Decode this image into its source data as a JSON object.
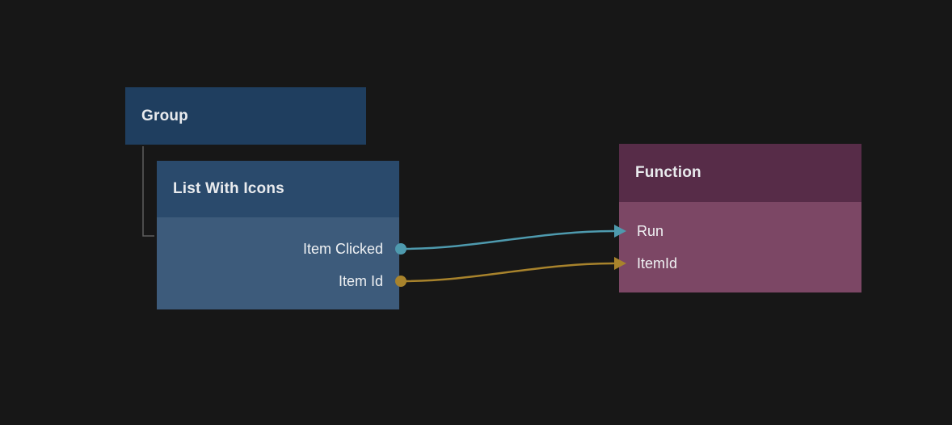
{
  "canvas": {
    "background": "#171717"
  },
  "hierarchy": {
    "line_color": "#5E5E5E"
  },
  "nodes": {
    "group": {
      "title": "Group",
      "color": "#1F3E5F"
    },
    "list_with_icons": {
      "title": "List With Icons",
      "header_color": "#2A4A6C",
      "body_color": "#3D5B7B",
      "outputs": [
        {
          "label": "Item Clicked",
          "port_color": "#4E9AAE"
        },
        {
          "label": "Item Id",
          "port_color": "#A8832C"
        }
      ]
    },
    "function": {
      "title": "Function",
      "header_color": "#572C48",
      "body_color": "#7C4765",
      "inputs": [
        {
          "label": "Run",
          "arrow_color": "#4E9AAE"
        },
        {
          "label": "ItemId",
          "arrow_color": "#A8832C"
        }
      ]
    }
  },
  "connections": [
    {
      "from": "Item Clicked",
      "to": "Run",
      "color": "#4E9AAE"
    },
    {
      "from": "Item Id",
      "to": "ItemId",
      "color": "#A8832C"
    }
  ]
}
